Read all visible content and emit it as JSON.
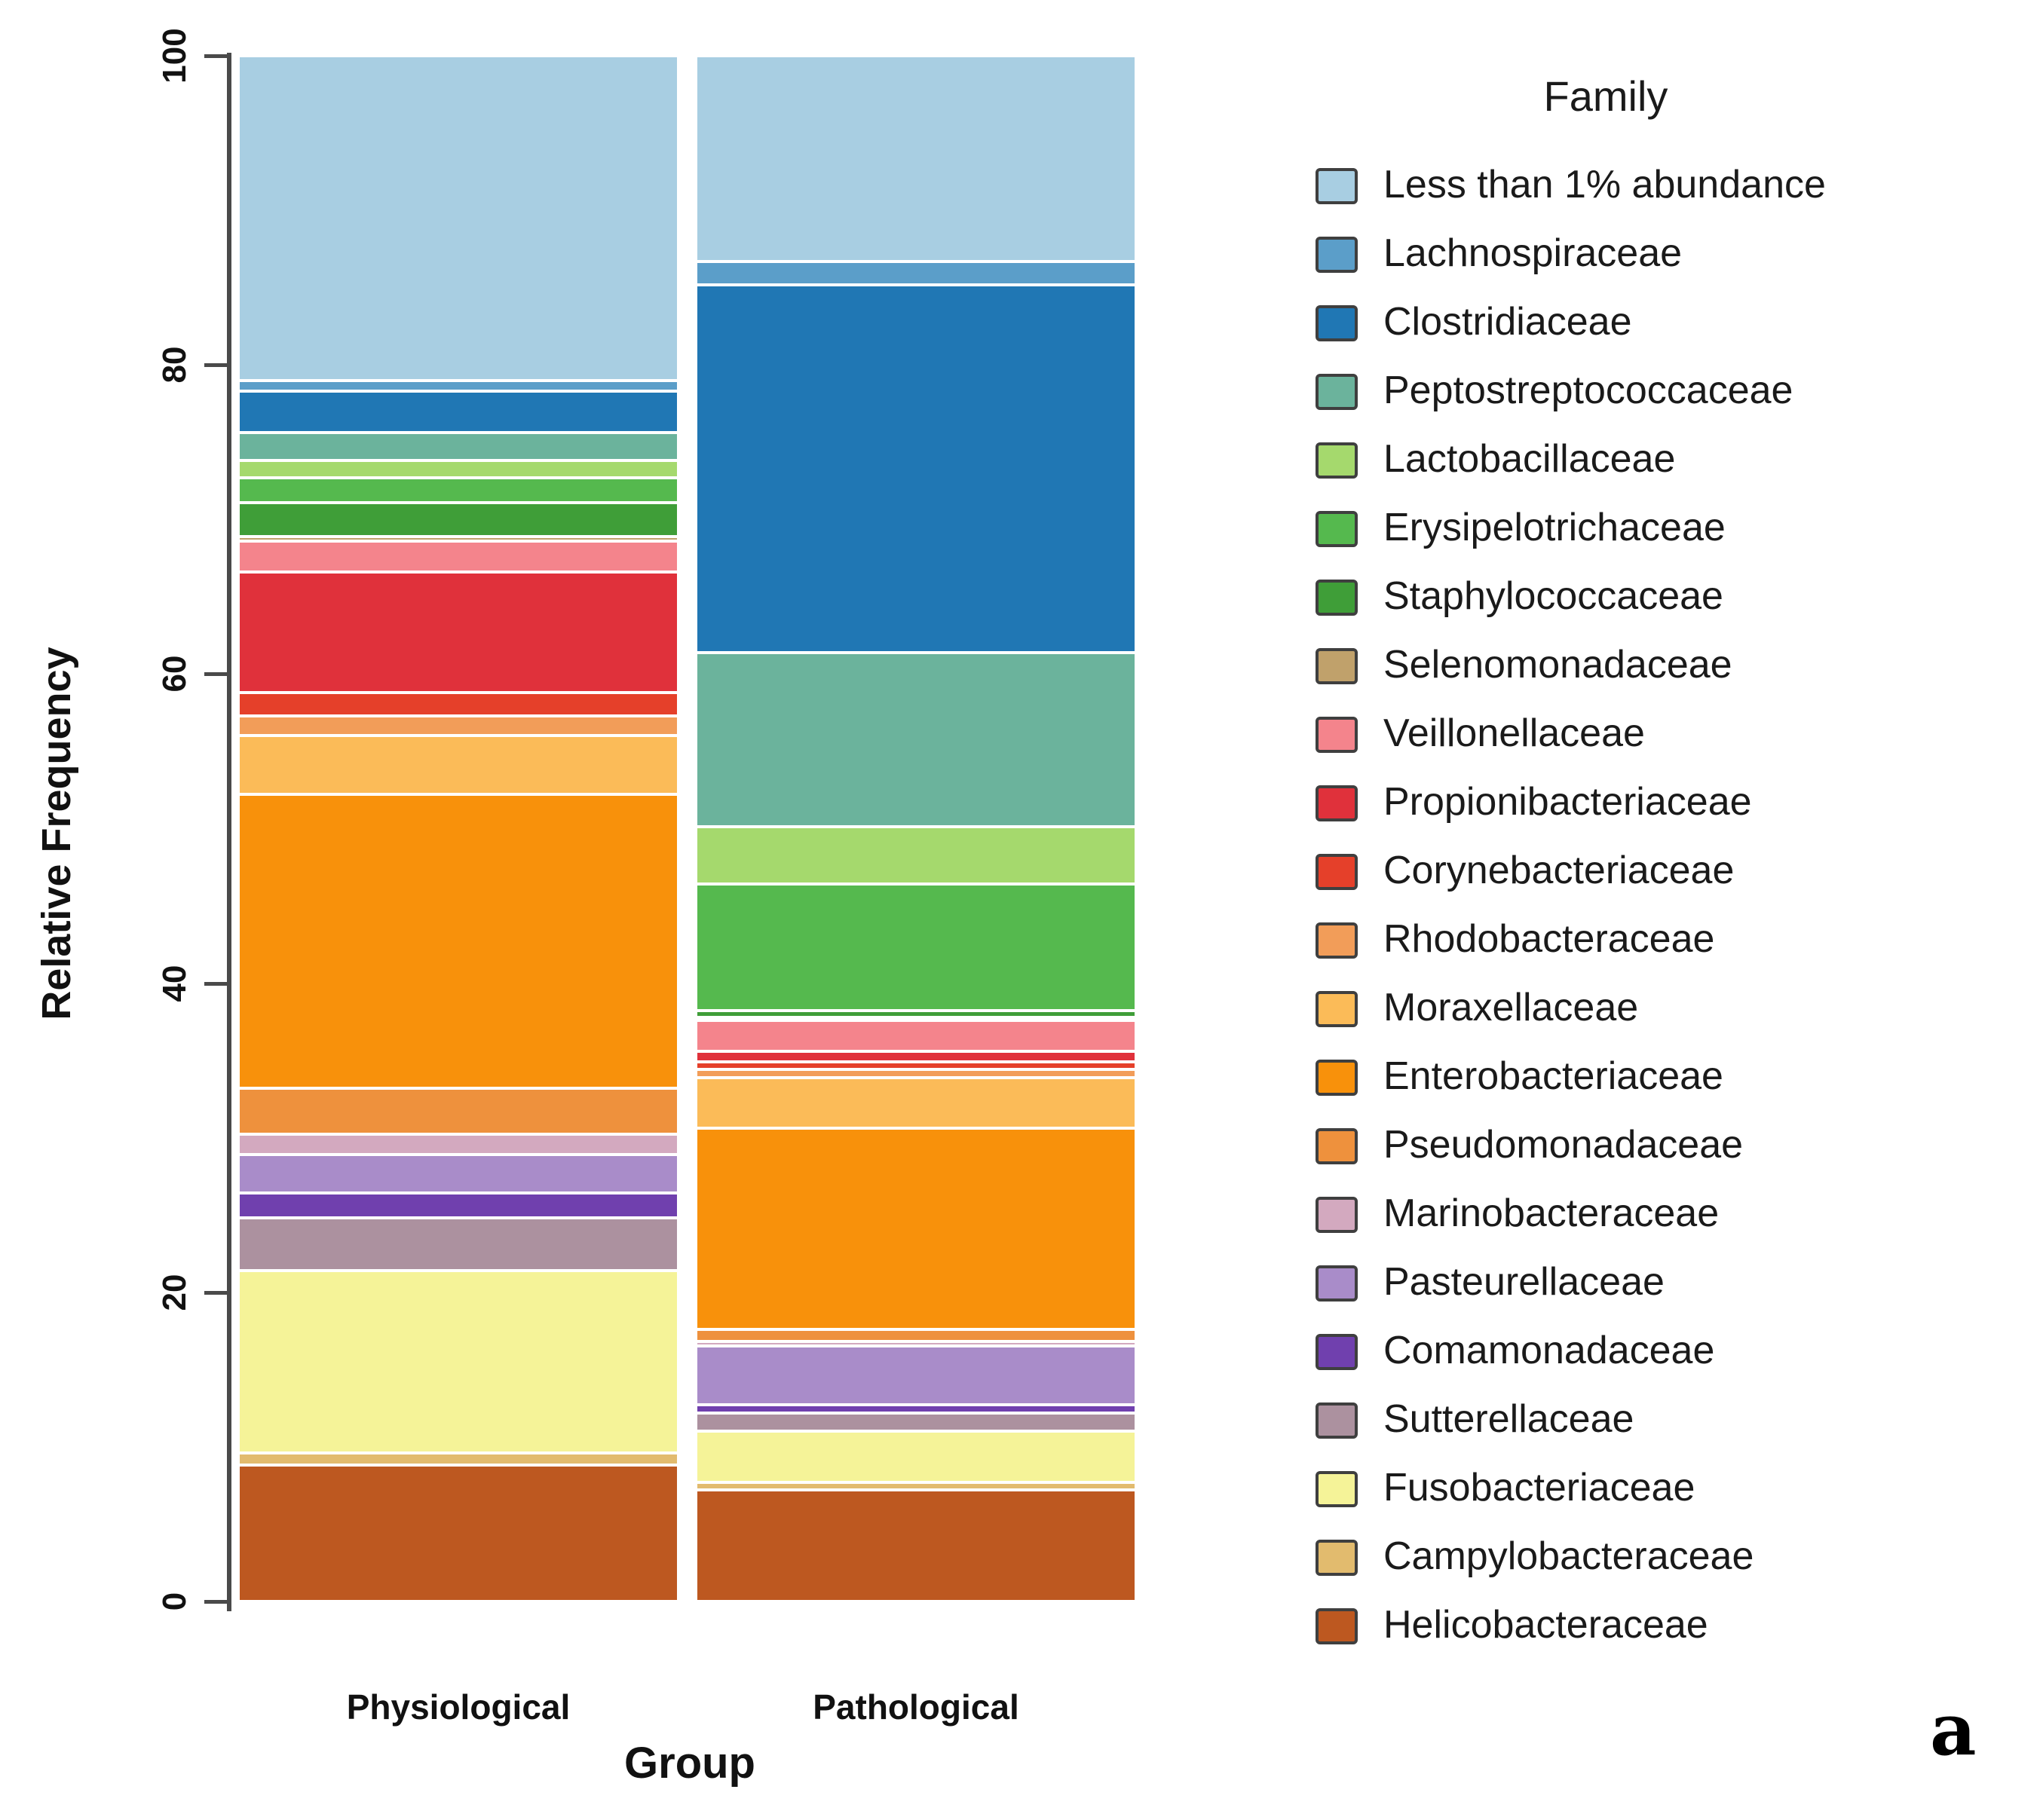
{
  "figure": {
    "panel_label": "a"
  },
  "chart_data": {
    "type": "bar",
    "stacked": true,
    "title": "",
    "xlabel": "Group",
    "ylabel": "Relative Frequency",
    "categories": [
      "Physiological",
      "Pathological"
    ],
    "ylim": [
      0,
      100
    ],
    "yticks": [
      0,
      20,
      40,
      60,
      80,
      100
    ],
    "grid": false,
    "legend_title": "Family",
    "legend_position": "right",
    "series": [
      {
        "name": "Less than 1% abundance",
        "color": "#A8CEE2",
        "values": [
          21.0,
          13.3
        ]
      },
      {
        "name": "Lachnospiraceae",
        "color": "#5B9EC9",
        "values": [
          0.7,
          1.5
        ]
      },
      {
        "name": "Clostridiaceae",
        "color": "#2077B4",
        "values": [
          2.7,
          23.8
        ]
      },
      {
        "name": "Peptostreptococcaceae",
        "color": "#6BB39C",
        "values": [
          1.8,
          11.3
        ]
      },
      {
        "name": "Lactobacillaceae",
        "color": "#A5D96D",
        "values": [
          1.1,
          3.7
        ]
      },
      {
        "name": "Erysipelotrichaceae",
        "color": "#55B94E",
        "values": [
          1.6,
          8.2
        ]
      },
      {
        "name": "Staphylococcaceae",
        "color": "#3F9E38",
        "values": [
          2.2,
          0.4
        ]
      },
      {
        "name": "Selenomonadaceae",
        "color": "#C0A16B",
        "values": [
          0.3,
          0.2
        ]
      },
      {
        "name": "Veillonellaceae",
        "color": "#F4848C",
        "values": [
          2.0,
          2.0
        ]
      },
      {
        "name": "Propionibacteriaceae",
        "color": "#E0313B",
        "values": [
          7.8,
          0.7
        ]
      },
      {
        "name": "Corynebacteriaceae",
        "color": "#E5402A",
        "values": [
          1.5,
          0.5
        ]
      },
      {
        "name": "Rhodobacteraceae",
        "color": "#F29D59",
        "values": [
          1.3,
          0.5
        ]
      },
      {
        "name": "Moraxellaceae",
        "color": "#FBBB58",
        "values": [
          3.8,
          3.3
        ]
      },
      {
        "name": "Enterobacteriaceae",
        "color": "#F8910B",
        "values": [
          19.0,
          13.0
        ]
      },
      {
        "name": "Pseudomonadaceae",
        "color": "#EE913D",
        "values": [
          3.0,
          0.8
        ]
      },
      {
        "name": "Marinobacteraceae",
        "color": "#D3A9BF",
        "values": [
          1.3,
          0.3
        ]
      },
      {
        "name": "Pasteurellaceae",
        "color": "#A98CC9",
        "values": [
          2.5,
          3.8
        ]
      },
      {
        "name": "Comamonadaceae",
        "color": "#7040AE",
        "values": [
          1.6,
          0.5
        ]
      },
      {
        "name": "Sutterellaceae",
        "color": "#AC919F",
        "values": [
          3.4,
          1.2
        ]
      },
      {
        "name": "Fusobacteriaceae",
        "color": "#F5F398",
        "values": [
          11.8,
          3.3
        ]
      },
      {
        "name": "Campylobacteraceae",
        "color": "#E2BB6E",
        "values": [
          0.8,
          0.5
        ]
      },
      {
        "name": "Helicobacteraceae",
        "color": "#BD5820",
        "values": [
          8.8,
          7.2
        ]
      }
    ]
  }
}
